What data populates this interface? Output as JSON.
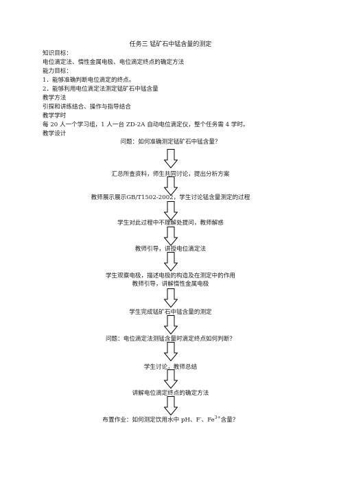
{
  "document": {
    "title": "任务三 锰矿石中锰含量的测定",
    "lines": [
      "知识目标：",
      "电位滴定法、惰性金属电极、电位滴定终点的确定方法",
      "能力目标：",
      "1．能够准确判断电位滴定的终点。",
      "2．能够利用电位滴定法测定锰矿石中锰含量",
      "教学方法",
      "引探和讲练结合、操作与指导结合",
      "教学学时",
      "每 20 人一个学习组，1 人一台 ZD-2A 自动电位滴定仪，整个任务需  4  学时。",
      "教学设计"
    ]
  },
  "flow": {
    "steps": [
      "问题：如何准确测定锰矿石中锰含量？",
      "汇总所查资料，师生共同讨论，提出分析方案",
      "教师展示展示GB/T1502-2002，学生讨论锰含量测定的过程",
      "学生对此过程中不理解处提问，教师解惑",
      "教师引导，讲授电位滴定法",
      "学生观察电极，描述电极的构造及在测定中的作用",
      "教师引导，讲解惰性金属电极",
      "学生完成锰矿石中锰含量的测定",
      "问题：电位滴定法测锰含量时滴定终点如何判断？",
      "学生讨论，教师总结",
      "讲解电位滴定终点的确定方法"
    ],
    "final": {
      "prefix": "布置作业：如何测定饮用水中 pH、F",
      "sup1": "-",
      "middle": "、Fe",
      "sup2": "3+",
      "suffix": "含量？"
    }
  }
}
